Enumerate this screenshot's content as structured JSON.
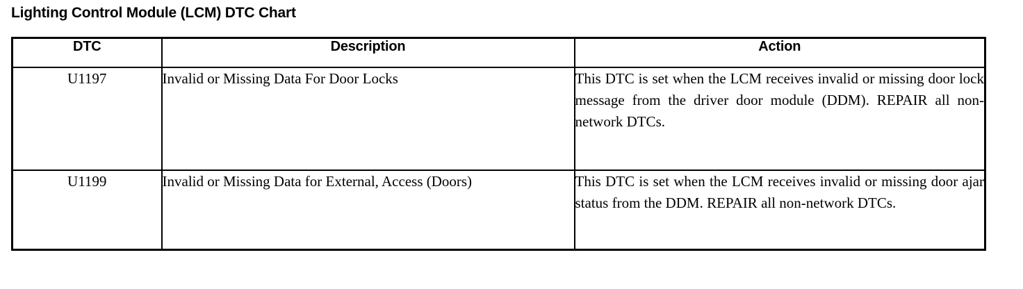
{
  "document": {
    "title": "Lighting Control Module (LCM) DTC Chart"
  },
  "table": {
    "headers": {
      "dtc": "DTC",
      "description": "Description",
      "action": "Action"
    },
    "rows": [
      {
        "dtc": "U1197",
        "description": "Invalid or Missing Data For Door Locks",
        "action": "This DTC is set when the LCM receives invalid or missing door lock message from the driver door module (DDM). REPAIR all non-network DTCs."
      },
      {
        "dtc": "U1199",
        "description": "Invalid or Missing Data for External, Access (Doors)",
        "action": "This DTC is set when the LCM receives invalid or missing door ajar status from the DDM. REPAIR all non-network DTCs."
      }
    ]
  },
  "colors": {
    "background": "#ffffff",
    "text": "#000000",
    "border": "#000000"
  }
}
